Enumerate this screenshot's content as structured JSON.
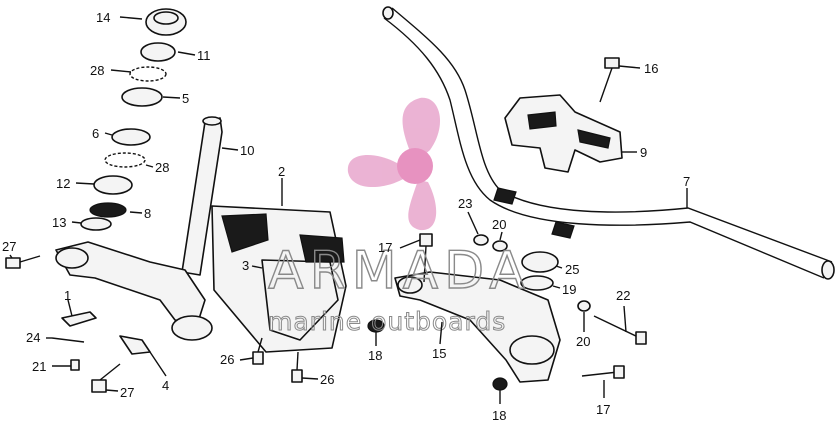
{
  "watermark": {
    "brand": "ARMADA",
    "tagline": "marine outboards",
    "logo_color": "#e8a6cc",
    "logo_center_color": "#e37fb6"
  },
  "callouts": [
    {
      "id": "c14a",
      "text": "14"
    },
    {
      "id": "c11",
      "text": "11"
    },
    {
      "id": "c28a",
      "text": "28"
    },
    {
      "id": "c5",
      "text": "5"
    },
    {
      "id": "c6",
      "text": "6"
    },
    {
      "id": "c10",
      "text": "10"
    },
    {
      "id": "c28b",
      "text": "28"
    },
    {
      "id": "c12",
      "text": "12"
    },
    {
      "id": "c8",
      "text": "8"
    },
    {
      "id": "c13",
      "text": "13"
    },
    {
      "id": "c27a",
      "text": "27"
    },
    {
      "id": "c1",
      "text": "1"
    },
    {
      "id": "c24",
      "text": "24"
    },
    {
      "id": "c21",
      "text": "21"
    },
    {
      "id": "c27b",
      "text": "27"
    },
    {
      "id": "c4",
      "text": "4"
    },
    {
      "id": "c2",
      "text": "2"
    },
    {
      "id": "c3",
      "text": "3"
    },
    {
      "id": "c26a",
      "text": "26"
    },
    {
      "id": "c26b",
      "text": "26"
    },
    {
      "id": "c18a",
      "text": "18"
    },
    {
      "id": "c17a",
      "text": "17"
    },
    {
      "id": "c23",
      "text": "23"
    },
    {
      "id": "c20a",
      "text": "20"
    },
    {
      "id": "c25",
      "text": "25"
    },
    {
      "id": "c19",
      "text": "19"
    },
    {
      "id": "c15",
      "text": "15"
    },
    {
      "id": "c18b",
      "text": "18"
    },
    {
      "id": "c16",
      "text": "16"
    },
    {
      "id": "c9",
      "text": "9"
    },
    {
      "id": "c7",
      "text": "7"
    },
    {
      "id": "c22",
      "text": "22"
    },
    {
      "id": "c20b",
      "text": "20"
    },
    {
      "id": "c17b",
      "text": "17"
    }
  ]
}
